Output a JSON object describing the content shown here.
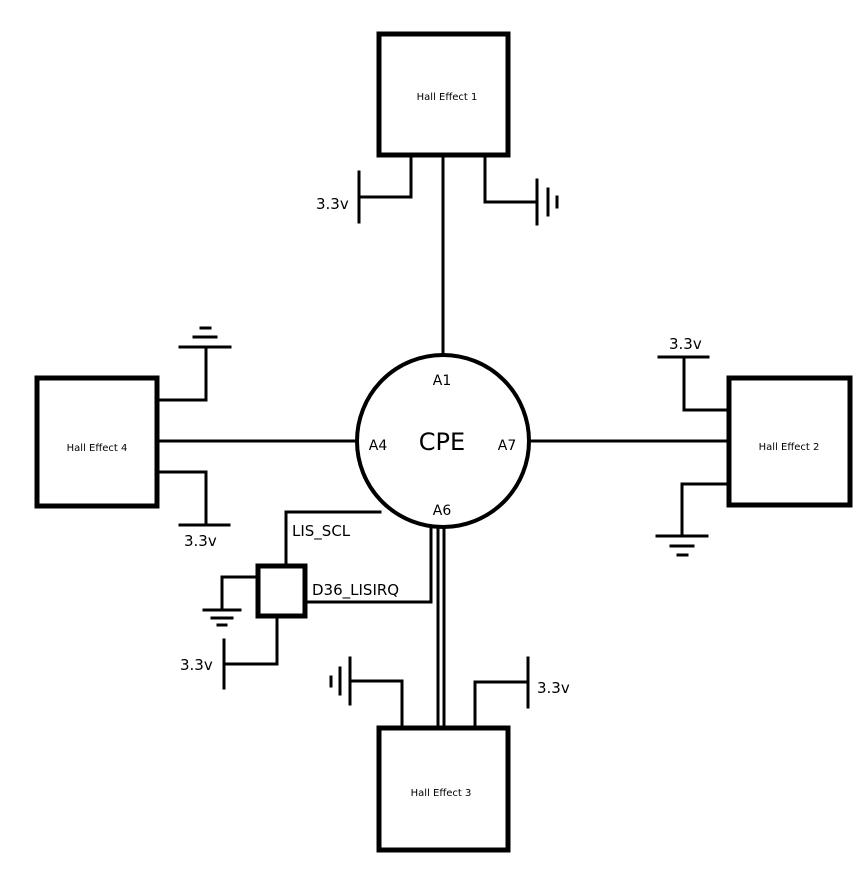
{
  "cpu": {
    "label": "CPE",
    "pins": {
      "a1": "A1",
      "a4": "A4",
      "a6": "A6",
      "a7": "A7"
    }
  },
  "sensors": {
    "hall1": "Hall Effect 1",
    "hall2": "Hall Effect 2",
    "hall3": "Hall Effect 3",
    "hall4": "Hall Effect 4"
  },
  "nets": {
    "scl": "LIS_SCL",
    "irq": "D36_LISIRQ"
  },
  "supply": {
    "label": "3.3v"
  }
}
